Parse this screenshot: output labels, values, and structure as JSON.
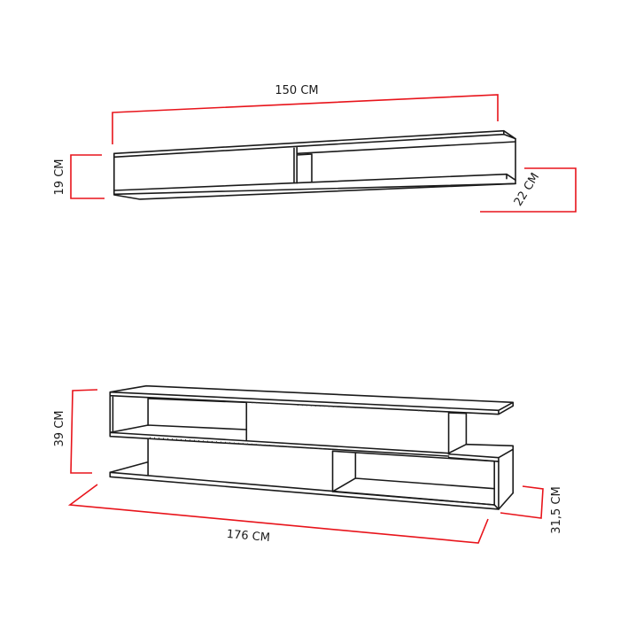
{
  "colors": {
    "outline": "#1a1a1a",
    "dimension_line": "#e8141b",
    "background": "#ffffff"
  },
  "wall_shelf": {
    "width_label": "150 CM",
    "height_label": "19 CM",
    "depth_label": "22 CM"
  },
  "tv_unit": {
    "height_label": "39 CM",
    "width_label": "176 CM",
    "depth_label": "31,5 CM"
  }
}
